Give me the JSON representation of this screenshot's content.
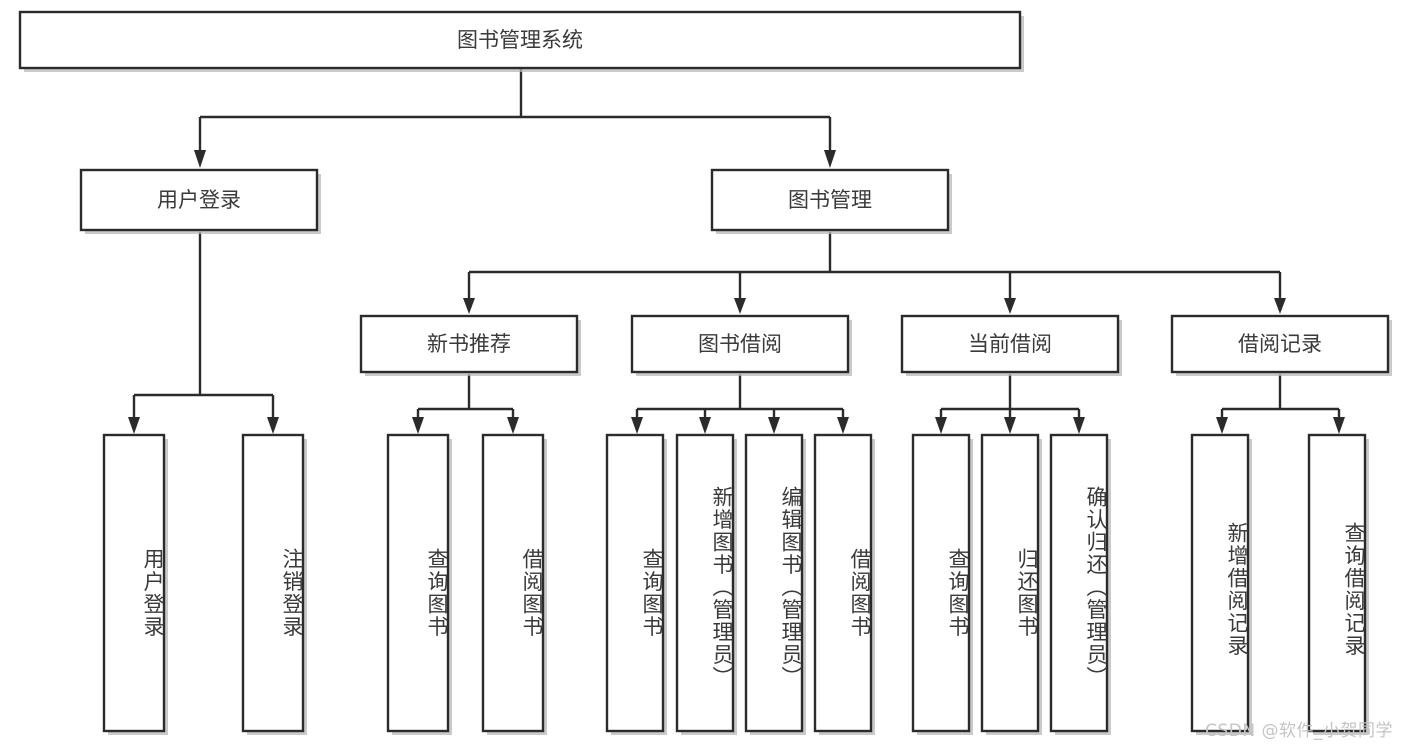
{
  "diagram": {
    "type": "tree",
    "title": "图书管理系统",
    "root": {
      "id": "root",
      "label": "图书管理系统",
      "orientation": "horizontal"
    },
    "level2": [
      {
        "id": "user-login",
        "label": "用户登录",
        "orientation": "horizontal"
      },
      {
        "id": "book-manage",
        "label": "图书管理",
        "orientation": "horizontal"
      }
    ],
    "level3": [
      {
        "id": "new-book-rec",
        "label": "新书推荐",
        "orientation": "horizontal",
        "parent": "book-manage"
      },
      {
        "id": "book-borrow",
        "label": "图书借阅",
        "orientation": "horizontal",
        "parent": "book-manage"
      },
      {
        "id": "current-borrow",
        "label": "当前借阅",
        "orientation": "horizontal",
        "parent": "book-manage"
      },
      {
        "id": "borrow-record",
        "label": "借阅记录",
        "orientation": "horizontal",
        "parent": "book-manage"
      }
    ],
    "leaves": [
      {
        "id": "leaf-user-login",
        "label": "用户登录",
        "parent": "user-login",
        "orientation": "vertical"
      },
      {
        "id": "leaf-user-logout",
        "label": "注销登录",
        "parent": "user-login",
        "orientation": "vertical"
      },
      {
        "id": "leaf-query-book-1",
        "label": "查询图书",
        "parent": "new-book-rec",
        "orientation": "vertical"
      },
      {
        "id": "leaf-borrow-book-1",
        "label": "借阅图书",
        "parent": "new-book-rec",
        "orientation": "vertical"
      },
      {
        "id": "leaf-query-book-2",
        "label": "查询图书",
        "parent": "book-borrow",
        "orientation": "vertical"
      },
      {
        "id": "leaf-add-book",
        "label": "新增图书（管理员）",
        "parent": "book-borrow",
        "orientation": "vertical"
      },
      {
        "id": "leaf-edit-book",
        "label": "编辑图书（管理员）",
        "parent": "book-borrow",
        "orientation": "vertical"
      },
      {
        "id": "leaf-borrow-book-2",
        "label": "借阅图书",
        "parent": "book-borrow",
        "orientation": "vertical"
      },
      {
        "id": "leaf-query-book-3",
        "label": "查询图书",
        "parent": "current-borrow",
        "orientation": "vertical"
      },
      {
        "id": "leaf-return-book",
        "label": "归还图书",
        "parent": "current-borrow",
        "orientation": "vertical"
      },
      {
        "id": "leaf-confirm-return",
        "label": "确认归还（管理员）",
        "parent": "current-borrow",
        "orientation": "vertical"
      },
      {
        "id": "leaf-add-record",
        "label": "新增借阅记录",
        "parent": "borrow-record",
        "orientation": "vertical"
      },
      {
        "id": "leaf-query-record",
        "label": "查询借阅记录",
        "parent": "borrow-record",
        "orientation": "vertical"
      }
    ],
    "colors": {
      "stroke": "#2b2b2b",
      "fill": "#ffffff",
      "text": "#3a3a3a",
      "watermark": "#c4c4c4"
    }
  },
  "watermark": {
    "text": "CSDN @软件_小贺同学"
  }
}
